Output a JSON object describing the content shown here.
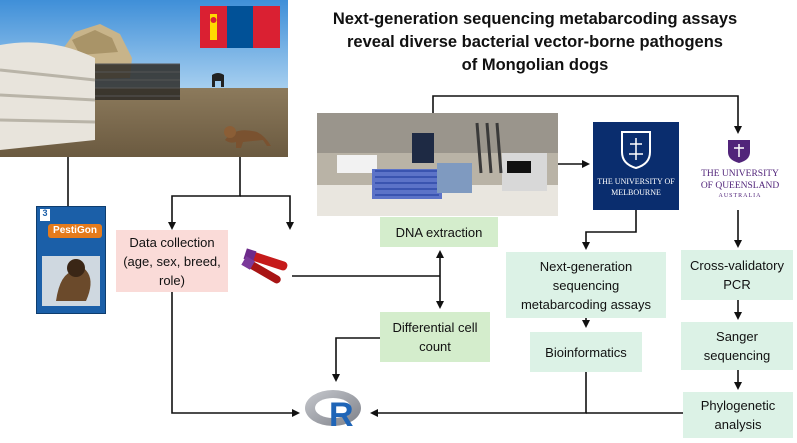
{
  "title": {
    "line1": "Next-generation sequencing metabarcoding assays",
    "line2": "reveal diverse bacterial vector-borne pathogens",
    "line3": "of Mongolian dogs"
  },
  "boxes": {
    "data_collection": "Data collection (age, sex, breed, role)",
    "dna_extraction": "DNA extraction",
    "differential_cell_count": "Differential cell count",
    "ngs": "Next-generation sequencing metabarcoding assays",
    "bioinformatics": "Bioinformatics",
    "cross_validatory_pcr": "Cross-validatory PCR",
    "sanger_sequencing": "Sanger sequencing",
    "phylogenetic_analysis": "Phylogenetic analysis"
  },
  "logos": {
    "melbourne": "THE UNIVERSITY OF MELBOURNE",
    "queensland_line1": "THE UNIVERSITY",
    "queensland_line2": "OF QUEENSLAND",
    "queensland_line3": "AUSTRALIA",
    "pestigon": "PestiGon",
    "pestigon_badge": "3",
    "r_letter": "R"
  },
  "colors": {
    "pink_box": "#fadbd8",
    "green_box": "#d4edcc",
    "mint_box": "#dcf2e6",
    "melbourne_blue": "#0a2d6e",
    "queensland_purple": "#51247a",
    "mongolia_red": "#da2032",
    "mongolia_blue": "#015197"
  },
  "icons": [
    "mongolian-ger-photo",
    "mongolia-flag",
    "pestigon-package",
    "blood-tube-icon",
    "lab-bench-photo",
    "melbourne-crest-icon",
    "queensland-crest-icon",
    "r-logo-icon"
  ]
}
